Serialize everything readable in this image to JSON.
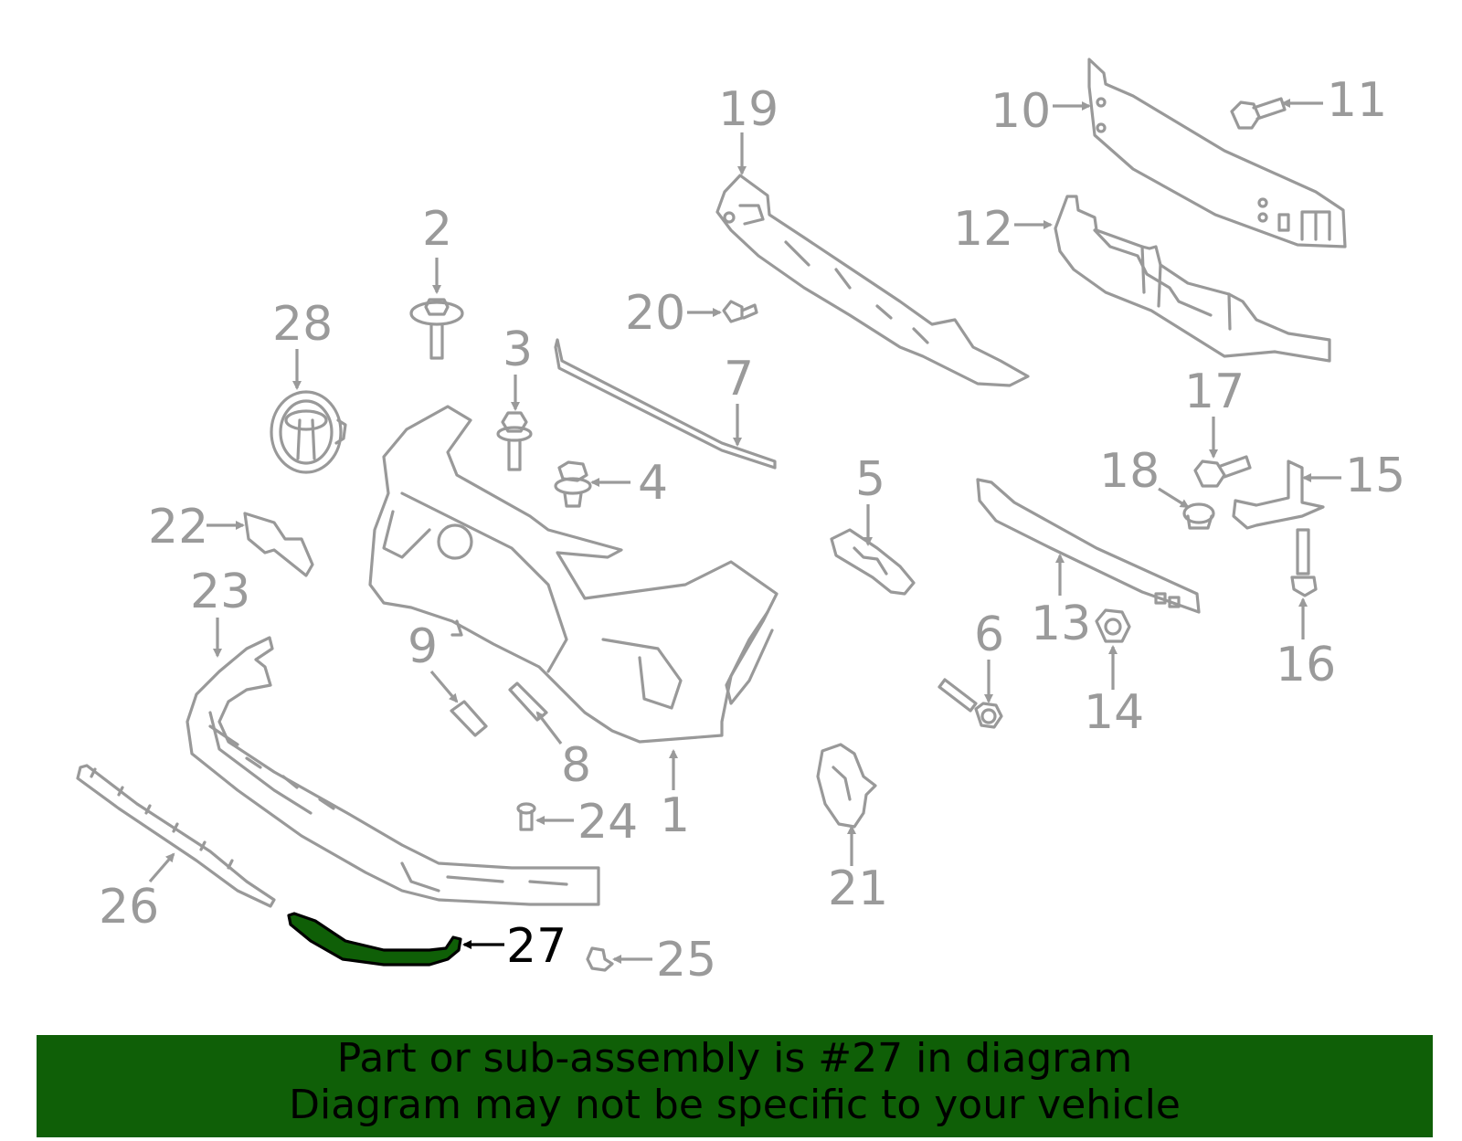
{
  "colors": {
    "parts": "#999999",
    "highlight_fill": "#0f5f07",
    "banner_background": "#0f5f07",
    "banner_text": "#000000"
  },
  "callouts": {
    "c1": "1",
    "c2": "2",
    "c3": "3",
    "c4": "4",
    "c5": "5",
    "c6": "6",
    "c7": "7",
    "c8": "8",
    "c9": "9",
    "c10": "10",
    "c11": "11",
    "c12": "12",
    "c13": "13",
    "c14": "14",
    "c15": "15",
    "c16": "16",
    "c17": "17",
    "c18": "18",
    "c19": "19",
    "c20": "20",
    "c21": "21",
    "c22": "22",
    "c23": "23",
    "c24": "24",
    "c25": "25",
    "c26": "26",
    "c27": "27",
    "c28": "28"
  },
  "highlighted_part": "27",
  "banner": {
    "line1": "Part or sub-assembly is #27 in diagram",
    "line2": "Diagram may not be specific to your vehicle"
  }
}
